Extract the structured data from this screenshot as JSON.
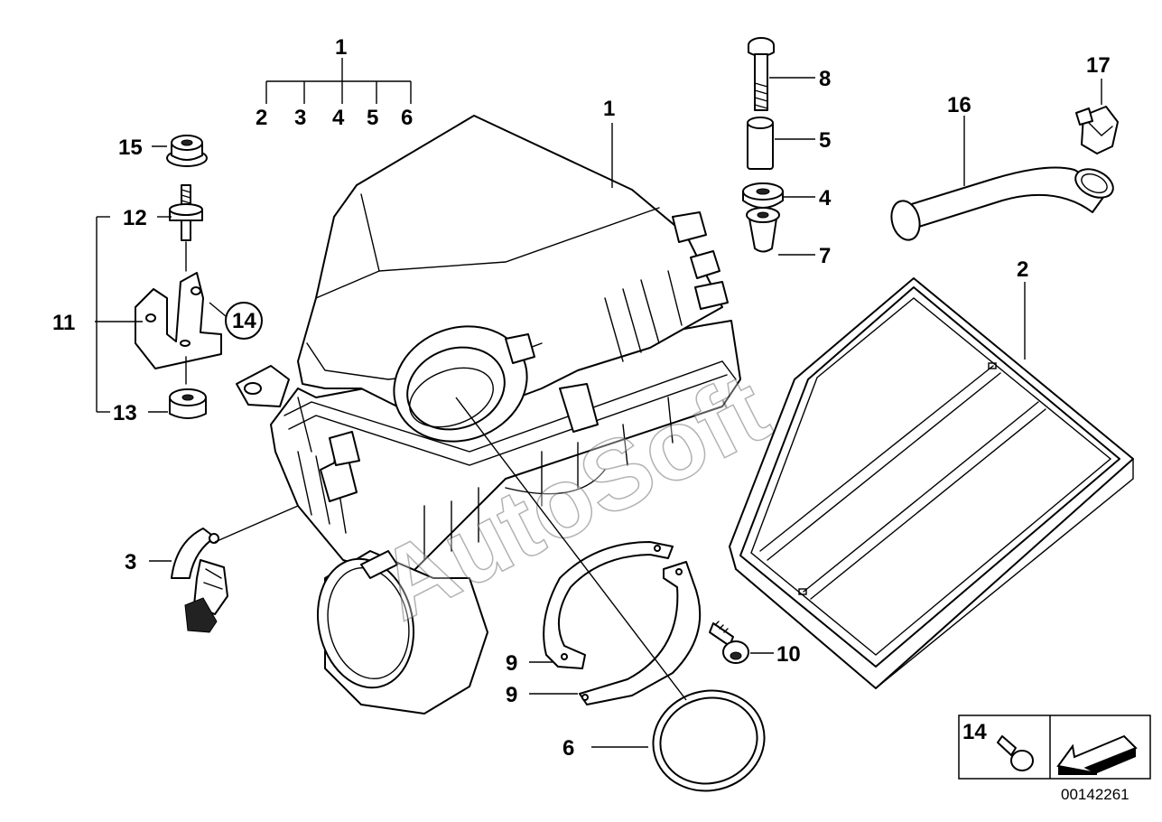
{
  "watermark": "AutoSoft",
  "drawing_number": "00142261",
  "callouts": {
    "kit_1": "1",
    "kit_2": "2",
    "kit_3": "3",
    "kit_4": "4",
    "kit_5": "5",
    "kit_6": "6",
    "housing_1": "1",
    "bolt_8": "8",
    "sleeve_5": "5",
    "grommet_4": "4",
    "nut_7": "7",
    "clamp_17": "17",
    "hose_16": "16",
    "filter_2": "2",
    "nut_15": "15",
    "stud_12": "12",
    "bracket_11": "11",
    "circle_14": "14",
    "nut_13": "13",
    "sensor_3": "3",
    "ring_9a": "9",
    "ring_9b": "9",
    "screw_10": "10",
    "seal_6": "6",
    "legend_14": "14"
  }
}
